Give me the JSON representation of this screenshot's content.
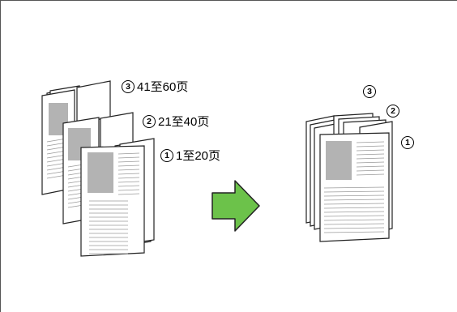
{
  "left_group": {
    "labels": [
      {
        "number": "3",
        "text": "41至60页"
      },
      {
        "number": "2",
        "text": "21至40页"
      },
      {
        "number": "1",
        "text": "1至20页"
      }
    ]
  },
  "right_group": {
    "labels": [
      {
        "number": "3",
        "text": ""
      },
      {
        "number": "2",
        "text": ""
      },
      {
        "number": "1",
        "text": ""
      }
    ]
  },
  "arrow": {
    "fill_color": "#6cc24a",
    "stroke_color": "#222222"
  }
}
